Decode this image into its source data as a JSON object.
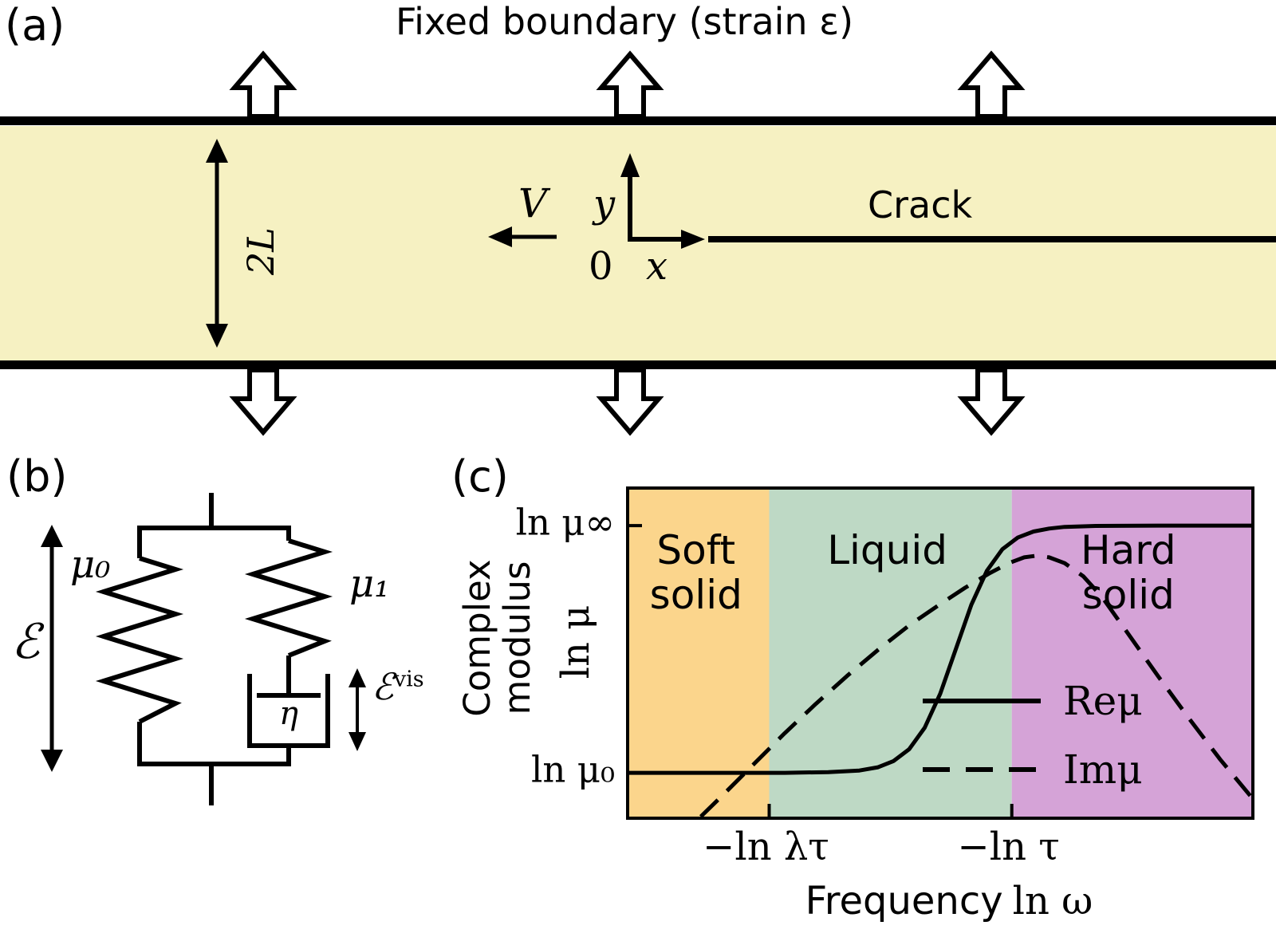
{
  "panel_a": {
    "tag": "(a)",
    "title": "Fixed boundary (strain ε)",
    "half_width_label": "2L",
    "velocity_label": "V",
    "y_axis_label": "y",
    "x_axis_label": "x",
    "origin_label": "0",
    "crack_label": "Crack",
    "strip_color": "#f6f1c2"
  },
  "panel_b": {
    "tag": "(b)",
    "strain_label": "ℰ",
    "spring0_label": "μ₀",
    "spring1_label": "μ₁",
    "dashpot_label": "η",
    "viscous_strain_base": "ℰ",
    "viscous_strain_sup": "vis"
  },
  "panel_c": {
    "tag": "(c)"
  },
  "chart_data": {
    "type": "line",
    "title": "",
    "xlabel_text": "Frequency",
    "xlabel_math": "ln ω",
    "ylabel_text": "Complex\nmodulus",
    "ylabel_math": "ln μ",
    "x_ticks": [
      {
        "label": "−ln λτ",
        "x": 0.225
      },
      {
        "label": "−ln τ",
        "x": 0.615
      }
    ],
    "y_ticks": [
      {
        "label": "ln μ∞",
        "y": 0.89
      },
      {
        "label": "ln μ₀",
        "y": 0.134
      }
    ],
    "regions": [
      {
        "label": "Soft\nsolid",
        "start": 0,
        "end": 0.225,
        "color": "#fbd58c"
      },
      {
        "label": "Liquid",
        "start": 0.225,
        "end": 0.615,
        "color": "#bed9c5"
      },
      {
        "label": "Hard\nsolid",
        "start": 0.615,
        "end": 1,
        "color": "#d5a3d7"
      }
    ],
    "series": [
      {
        "name": "Reμ",
        "style": "solid",
        "points": [
          [
            0,
            0.134
          ],
          [
            0.15,
            0.134
          ],
          [
            0.25,
            0.134
          ],
          [
            0.32,
            0.136
          ],
          [
            0.37,
            0.141
          ],
          [
            0.4,
            0.151
          ],
          [
            0.425,
            0.17
          ],
          [
            0.45,
            0.206
          ],
          [
            0.475,
            0.272
          ],
          [
            0.5,
            0.376
          ],
          [
            0.525,
            0.512
          ],
          [
            0.55,
            0.648
          ],
          [
            0.575,
            0.752
          ],
          [
            0.6,
            0.818
          ],
          [
            0.625,
            0.854
          ],
          [
            0.65,
            0.872
          ],
          [
            0.675,
            0.881
          ],
          [
            0.7,
            0.886
          ],
          [
            0.75,
            0.889
          ],
          [
            0.85,
            0.89
          ],
          [
            1,
            0.89
          ]
        ]
      },
      {
        "name": "Imμ",
        "style": "dashed",
        "points": [
          [
            0.115,
            0
          ],
          [
            0.15,
            0.065
          ],
          [
            0.2,
            0.16
          ],
          [
            0.25,
            0.255
          ],
          [
            0.3,
            0.345
          ],
          [
            0.35,
            0.43
          ],
          [
            0.4,
            0.51
          ],
          [
            0.45,
            0.585
          ],
          [
            0.5,
            0.65
          ],
          [
            0.54,
            0.7
          ],
          [
            0.58,
            0.745
          ],
          [
            0.61,
            0.775
          ],
          [
            0.635,
            0.793
          ],
          [
            0.655,
            0.798
          ],
          [
            0.675,
            0.793
          ],
          [
            0.7,
            0.775
          ],
          [
            0.73,
            0.735
          ],
          [
            0.76,
            0.672
          ],
          [
            0.8,
            0.565
          ],
          [
            0.85,
            0.43
          ],
          [
            0.9,
            0.3
          ],
          [
            0.95,
            0.175
          ],
          [
            1,
            0.06
          ]
        ]
      }
    ],
    "legend_position": "lower right",
    "grid": false,
    "xlim_note": "log frequency axis, unlabeled numeric range",
    "ylim": [
      0,
      1
    ]
  }
}
